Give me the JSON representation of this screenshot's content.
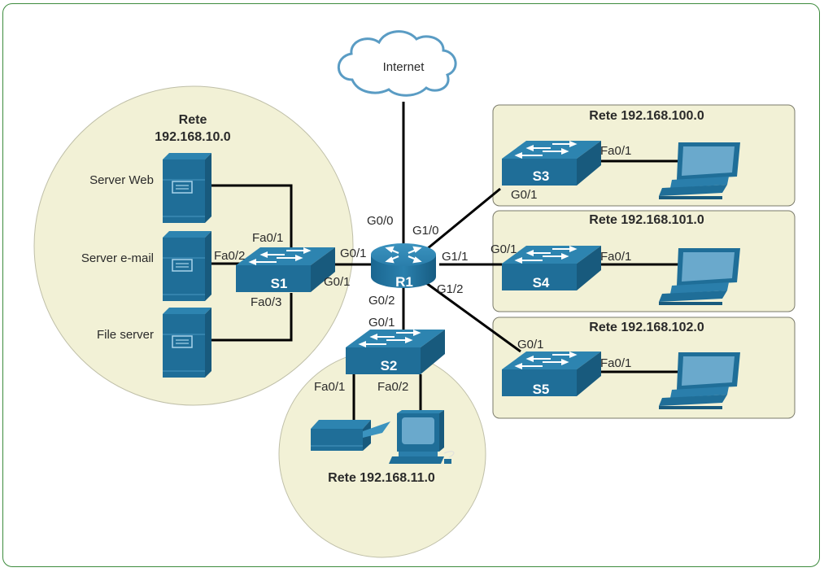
{
  "colors": {
    "zone_fill": "#f2f1d6",
    "device_blue": "#1f6e98",
    "device_top": "#2f86b2",
    "device_dark": "#195a7e",
    "frame_border": "#3d8b3d",
    "cloud_border": "#5a9cc4"
  },
  "cloud": {
    "label": "Internet",
    "icon": "cloud-icon"
  },
  "router": {
    "name": "R1",
    "icon": "router-icon",
    "ports": {
      "g00": "G0/0",
      "g01": "G0/1",
      "g02": "G0/2",
      "g10": "G1/0",
      "g11": "G1/1",
      "g12": "G1/2"
    }
  },
  "zones": {
    "lan10": {
      "title_line1": "Rete",
      "title_line2": "192.168.10.0"
    },
    "lan11": {
      "title": "Rete 192.168.11.0"
    },
    "lan100": {
      "title": "Rete 192.168.100.0"
    },
    "lan101": {
      "title": "Rete 192.168.101.0"
    },
    "lan102": {
      "title": "Rete 192.168.102.0"
    }
  },
  "servers": [
    {
      "label": "Server Web",
      "icon": "server-icon"
    },
    {
      "label": "Server e-mail",
      "icon": "server-icon"
    },
    {
      "label": "File server",
      "icon": "server-icon"
    }
  ],
  "switches": {
    "s1": {
      "name": "S1",
      "ports": {
        "fa01": "Fa0/1",
        "fa02": "Fa0/2",
        "fa03": "Fa0/3",
        "g01": "G0/1"
      }
    },
    "s2": {
      "name": "S2",
      "ports": {
        "g01": "G0/1",
        "fa01": "Fa0/1",
        "fa02": "Fa0/2"
      }
    },
    "s3": {
      "name": "S3",
      "ports": {
        "g01": "G0/1",
        "fa01": "Fa0/1"
      }
    },
    "s4": {
      "name": "S4",
      "ports": {
        "g01": "G0/1",
        "fa01": "Fa0/1"
      }
    },
    "s5": {
      "name": "S5",
      "ports": {
        "g01": "G0/1",
        "fa01": "Fa0/1"
      }
    }
  },
  "endpoints": {
    "printer": {
      "icon": "printer-icon"
    },
    "pc": {
      "icon": "desktop-pc-icon"
    },
    "laptops": [
      "laptop-icon",
      "laptop-icon",
      "laptop-icon"
    ]
  }
}
